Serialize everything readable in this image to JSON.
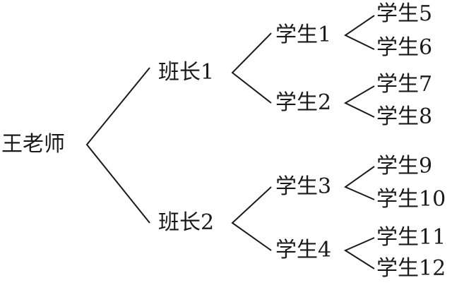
{
  "tree": {
    "root": {
      "label": "王老师"
    },
    "monitors": [
      {
        "label": "班长1",
        "students": [
          {
            "label": "学生1",
            "children": [
              "学生5",
              "学生6"
            ]
          },
          {
            "label": "学生2",
            "children": [
              "学生7",
              "学生8"
            ]
          }
        ]
      },
      {
        "label": "班长2",
        "students": [
          {
            "label": "学生3",
            "children": [
              "学生9",
              "学生10"
            ]
          },
          {
            "label": "学生4",
            "children": [
              "学生11",
              "学生12"
            ]
          }
        ]
      }
    ]
  }
}
